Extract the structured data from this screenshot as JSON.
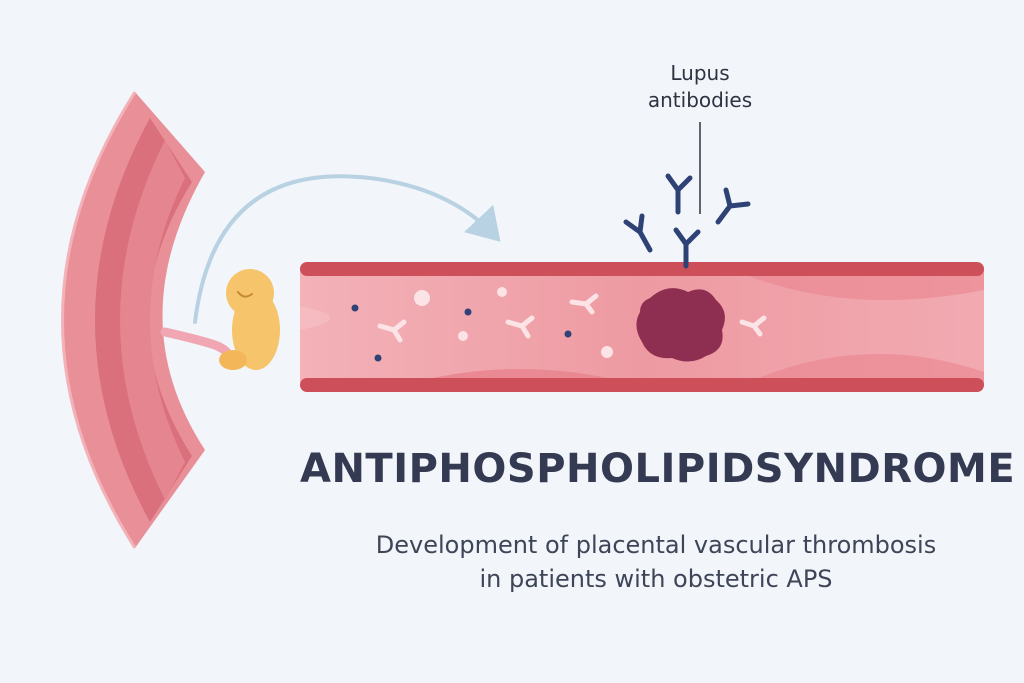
{
  "labels": {
    "callout_line1": "Lupus",
    "callout_line2": "antibodies",
    "title": "ANTIPHOSPHOLIPIDSYNDROME",
    "subtitle_line1": "Development of placental vascular thrombosis",
    "subtitle_line2": "in patients with obstetric APS"
  },
  "colors": {
    "background": "#f2f5f9",
    "vessel_wall": "#cc4f5a",
    "vessel_lumen": "#f0a0a8",
    "uterus_outer": "#e58c95",
    "uterus_band": "#d9707c",
    "fetus": "#f6c46a",
    "antibody": "#2f4276",
    "thrombus": "#8e2f52",
    "arrow": "#b9d2e3",
    "text_dark": "#343a52"
  },
  "icons": [
    "fetus-icon",
    "antibody-icon",
    "thrombus-icon",
    "arrow-icon"
  ]
}
